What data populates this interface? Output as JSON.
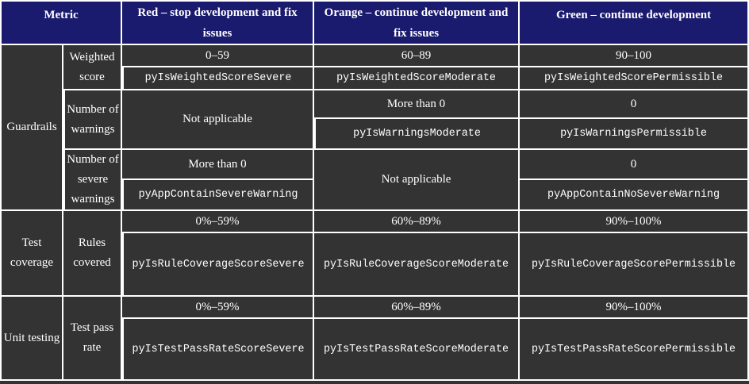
{
  "header": {
    "metric": "Metric",
    "red": "Red – stop development and fix issues",
    "orange": "Orange – continue development and fix issues",
    "green": "Green – continue development"
  },
  "guardrails": {
    "label": "Guardrails",
    "weighted": {
      "label": "Weighted score",
      "red_range": "0–59",
      "orange_range": "60–89",
      "green_range": "90–100",
      "red_rule": "pyIsWeightedScoreSevere",
      "orange_rule": "pyIsWeightedScoreModerate",
      "green_rule": "pyIsWeightedScorePermissible"
    },
    "warnings": {
      "label": "Number of warnings",
      "red_value": "Not applicable",
      "orange_value": "More than 0",
      "green_value": "0",
      "orange_rule": "pyIsWarningsModerate",
      "green_rule": "pyIsWarningsPermissible"
    },
    "severe": {
      "label": "Number of severe warnings",
      "red_value": "More than 0",
      "orange_value": "Not applicable",
      "green_value": "0",
      "red_rule": "pyAppContainSevereWarning",
      "green_rule": "pyAppContainNoSevereWarning"
    }
  },
  "test_coverage": {
    "label": "Test coverage",
    "sub_label": "Rules covered",
    "red_range": "0%–59%",
    "orange_range": "60%–89%",
    "green_range": "90%–100%",
    "red_rule": "pyIsRuleCoverageScoreSevere",
    "orange_rule": "pyIsRuleCoverageScoreModerate",
    "green_rule": "pyIsRuleCoverageScorePermissible"
  },
  "unit_testing": {
    "label": "Unit testing",
    "sub_label": "Test pass rate",
    "red_range": "0%–59%",
    "orange_range": "60%–89%",
    "green_range": "90%–100%",
    "red_rule": "pyIsTestPassRateScoreSevere",
    "orange_rule": "pyIsTestPassRateScoreModerate",
    "green_rule": "pyIsTestPassRateScorePermissible"
  }
}
